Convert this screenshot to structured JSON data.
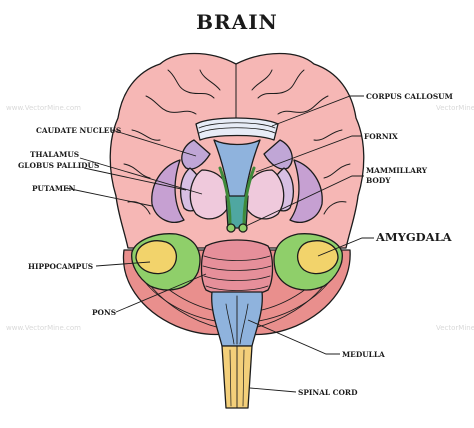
{
  "title": "BRAIN",
  "labels": {
    "corpus_callosum": "CORPUS CALLOSUM",
    "caudate_nucleus": "CAUDATE NUCLEUS",
    "fornix": "FORNIX",
    "thalamus": "THALAMUS",
    "globus_pallidus": "GLOBUS PALLIDUS",
    "mammillary_body_1": "MAMMILLARY",
    "mammillary_body_2": "BODY",
    "putamen": "PUTAMEN",
    "amygdala": "AMYGDALA",
    "hippocampus": "HIPPOCAMPUS",
    "pons": "PONS",
    "medulla": "MEDULLA",
    "spinal_cord": "SPINAL CORD"
  },
  "watermarks": {
    "top_left": "www.VectorMine.com",
    "top_right": "VectorMine",
    "bottom_left": "www.VectorMine.com",
    "bottom_right": "VectorMine"
  },
  "colors": {
    "brain_pink": "#f6b7b5",
    "cerebellum": "#e98f8d",
    "thalamus": "#efc9dc",
    "caudate": "#c0a6d6",
    "globus_pallidus": "#d7bfe3",
    "amygdala": "#f2d36b",
    "hippocampus": "#8fcf6a",
    "pons": "#e68f9a",
    "medulla": "#8fb3dd",
    "spinal_cord": "#f3cf7a"
  }
}
